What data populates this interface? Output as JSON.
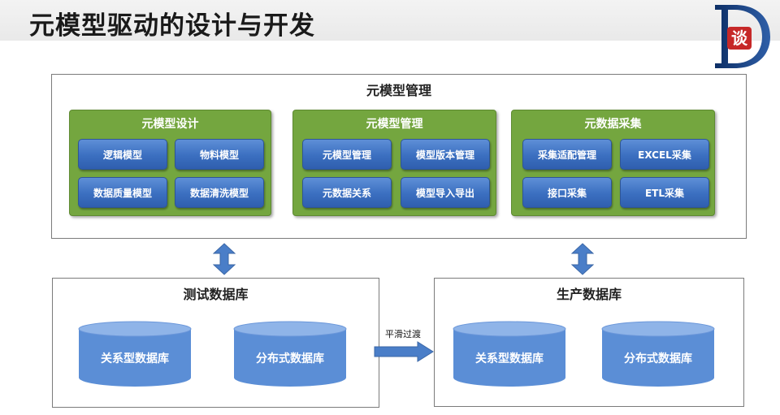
{
  "header": {
    "title": "元模型驱动的设计与开发",
    "logo_text": "谈"
  },
  "top_panel": {
    "title": "元模型管理",
    "groups": [
      {
        "title": "元模型设计",
        "items": [
          "逻辑模型",
          "物料模型",
          "数据质量模型",
          "数据清洗模型"
        ]
      },
      {
        "title": "元模型管理",
        "items": [
          "元模型管理",
          "模型版本管理",
          "元数据关系",
          "模型导入导出"
        ]
      },
      {
        "title": "元数据采集",
        "items": [
          "采集适配管理",
          "EXCEL采集",
          "接口采集",
          "ETL采集"
        ]
      }
    ]
  },
  "test_db": {
    "title": "测试数据库",
    "items": [
      "关系型数据库",
      "分布式数据库"
    ]
  },
  "prod_db": {
    "title": "生产数据库",
    "items": [
      "关系型数据库",
      "分布式数据库"
    ]
  },
  "transition_label": "平滑过渡",
  "colors": {
    "group_green": "#74a63f",
    "button_blue": "#3b6fc0",
    "cylinder_blue": "#5b8ed6",
    "arrow_blue": "#4a7ec8"
  }
}
